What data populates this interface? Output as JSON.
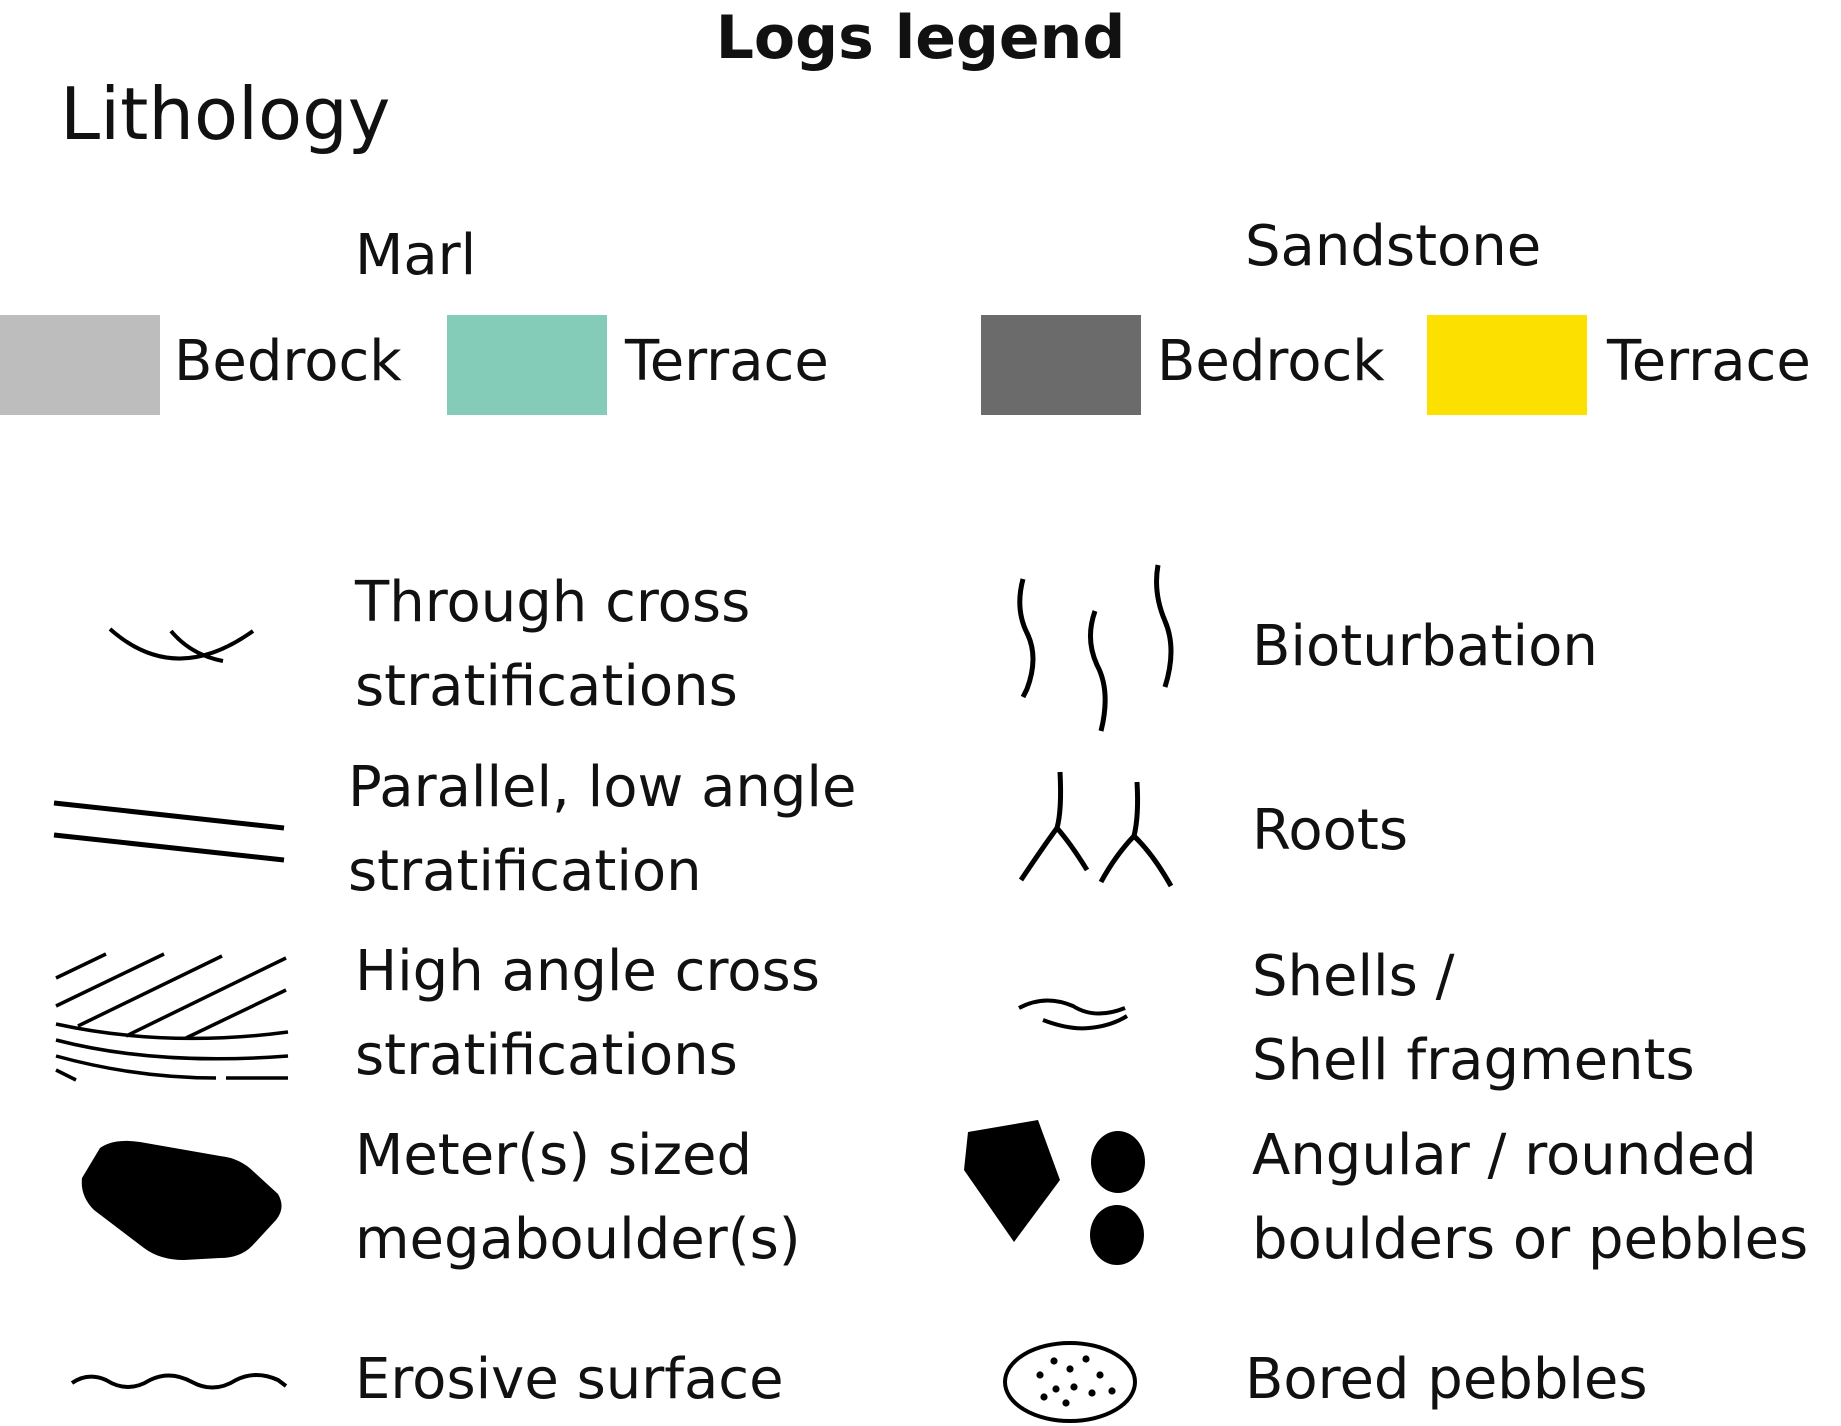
{
  "title": "Logs legend",
  "section": "Lithology",
  "lithology": {
    "groups": [
      {
        "name": "Marl",
        "items": [
          {
            "label": "Bedrock",
            "color": "#bdbdbd"
          },
          {
            "label": "Terrace",
            "color": "#84ccb7"
          }
        ]
      },
      {
        "name": "Sandstone",
        "items": [
          {
            "label": "Bedrock",
            "color": "#6b6b6b"
          },
          {
            "label": "Terrace",
            "color": "#fce000"
          }
        ]
      }
    ]
  },
  "symbols": {
    "left": [
      {
        "icon": "trough-cross-stratification-icon",
        "lines": [
          "Through cross",
          "stratifications"
        ]
      },
      {
        "icon": "parallel-stratification-icon",
        "lines": [
          "Parallel, low angle",
          "stratification"
        ]
      },
      {
        "icon": "high-angle-cross-stratification-icon",
        "lines": [
          "High angle cross",
          "stratifications"
        ]
      },
      {
        "icon": "megaboulder-icon",
        "lines": [
          "Meter(s) sized",
          "megaboulder(s)"
        ]
      },
      {
        "icon": "erosive-surface-icon",
        "lines": [
          "Erosive surface"
        ]
      }
    ],
    "right": [
      {
        "icon": "bioturbation-icon",
        "lines": [
          "Bioturbation"
        ]
      },
      {
        "icon": "roots-icon",
        "lines": [
          "Roots"
        ]
      },
      {
        "icon": "shell-fragment-icon",
        "lines": [
          "Shells /",
          "Shell fragments"
        ]
      },
      {
        "icon": "boulders-pebbles-icon",
        "lines": [
          "Angular / rounded",
          "boulders or pebbles"
        ]
      },
      {
        "icon": "bored-pebble-icon",
        "lines": [
          "Bored pebbles"
        ]
      }
    ]
  }
}
